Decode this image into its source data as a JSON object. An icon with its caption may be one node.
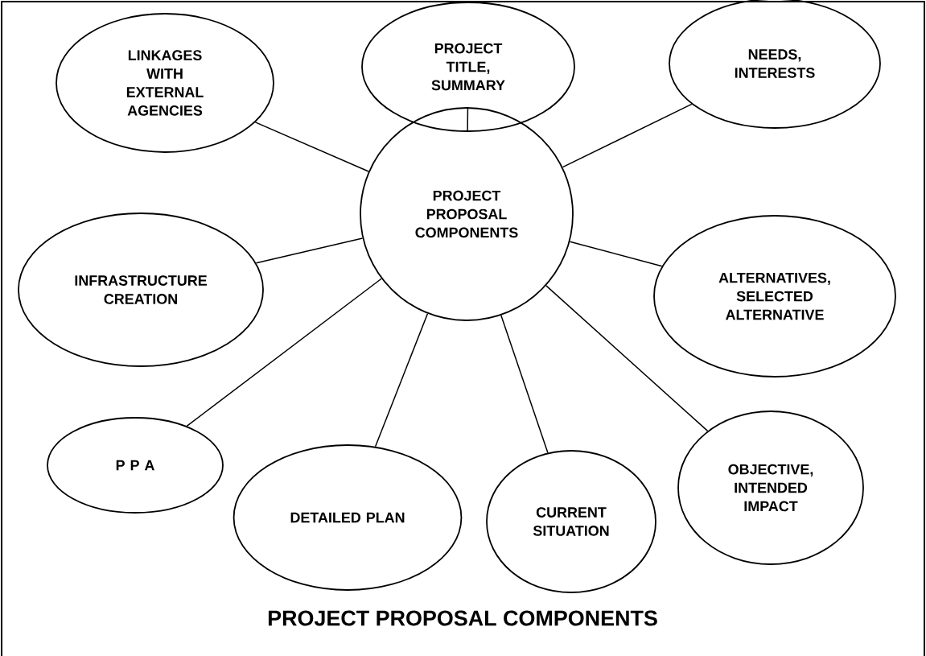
{
  "diagram": {
    "title": "PROJECT PROPOSAL COMPONENTS",
    "nodes": [
      {
        "text": [
          "PROJECT PROPOSAL COMPONENTS"
        ]
      },
      {
        "text": [
          "LINKAGES WITH EXTERNAL AGENCIES"
        ]
      },
      {
        "text": [
          "PROJECT TITLE, SUMMARY"
        ]
      },
      {
        "text": [
          "NEEDS, INTERESTS"
        ]
      },
      {
        "text": [
          "INFRASTRUCTURE CREATION"
        ]
      },
      {
        "text": [
          "ALTERNATIVES, SELECTED ALTERNATIVE"
        ]
      },
      {
        "text": [
          "P P A"
        ]
      },
      {
        "text": [
          "DETAILED PLAN"
        ]
      },
      {
        "text": [
          "CURRENT SITUATION"
        ]
      },
      {
        "text": [
          "OBJECTIVE, INTENDED IMPACT"
        ]
      }
    ],
    "edges": [
      {
        "from": 0,
        "to": 1,
        "arrow": "none"
      },
      {
        "from": 0,
        "to": 2,
        "arrow": "none"
      },
      {
        "from": 0,
        "to": 3,
        "arrow": "none"
      },
      {
        "from": 0,
        "to": 4,
        "arrow": "none"
      },
      {
        "from": 0,
        "to": 5,
        "arrow": "none"
      },
      {
        "from": 0,
        "to": 6,
        "arrow": "none"
      },
      {
        "from": 0,
        "to": 7,
        "arrow": "none"
      },
      {
        "from": 0,
        "to": 8,
        "arrow": "none"
      },
      {
        "from": 0,
        "to": 9,
        "arrow": "none"
      }
    ]
  }
}
